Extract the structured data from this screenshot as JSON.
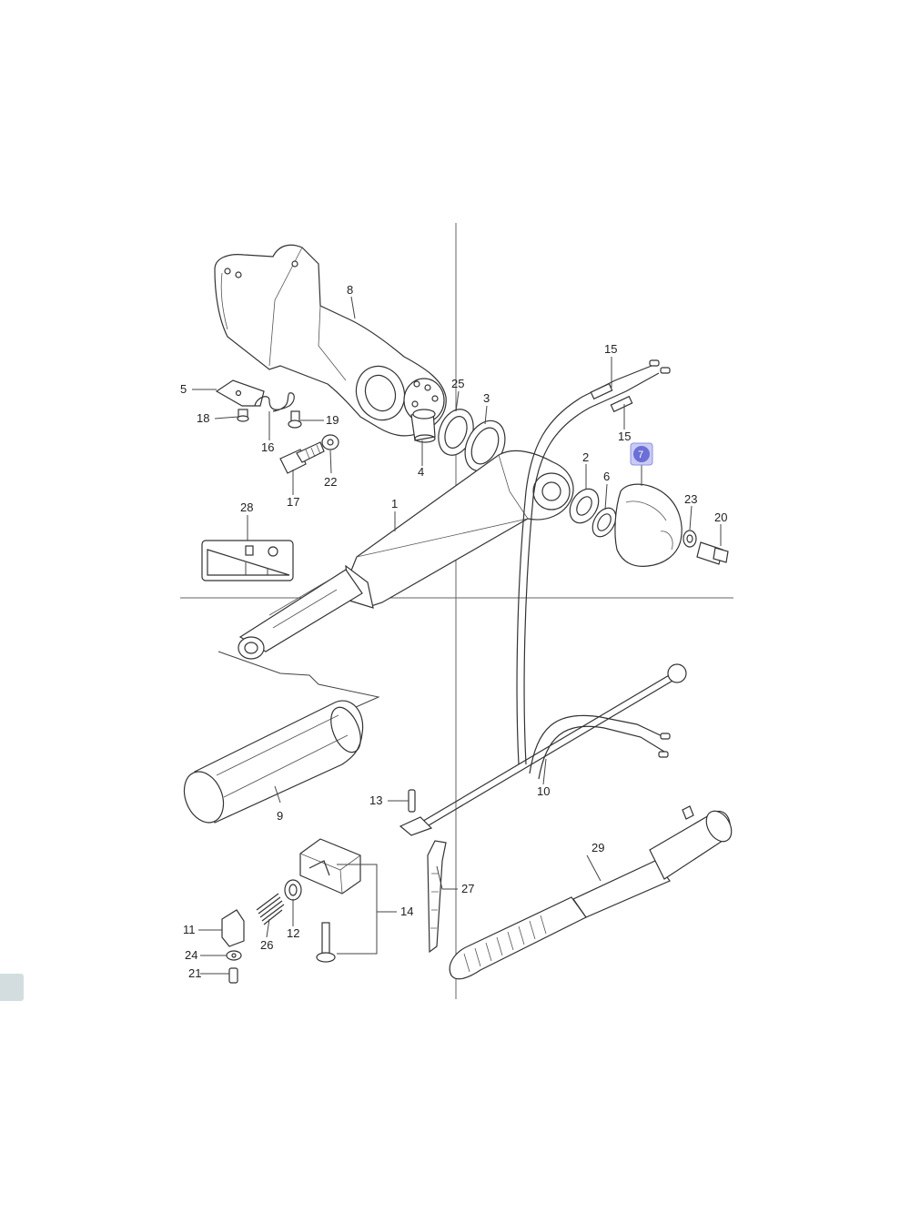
{
  "diagram": {
    "highlight_color": "#6b6fd6",
    "line_color": "#333333",
    "selected_part": "7",
    "labels": {
      "p1": "1",
      "p2": "2",
      "p3": "3",
      "p4": "4",
      "p5": "5",
      "p6": "6",
      "p7": "7",
      "p8": "8",
      "p9": "9",
      "p10": "10",
      "p11": "11",
      "p12": "12",
      "p13": "13",
      "p14": "14",
      "p15a": "15",
      "p15b": "15",
      "p16": "16",
      "p17": "17",
      "p18": "18",
      "p19": "19",
      "p20": "20",
      "p21": "21",
      "p22": "22",
      "p23": "23",
      "p24": "24",
      "p25": "25",
      "p26": "26",
      "p27": "27",
      "p28": "28",
      "p29": "29"
    }
  }
}
